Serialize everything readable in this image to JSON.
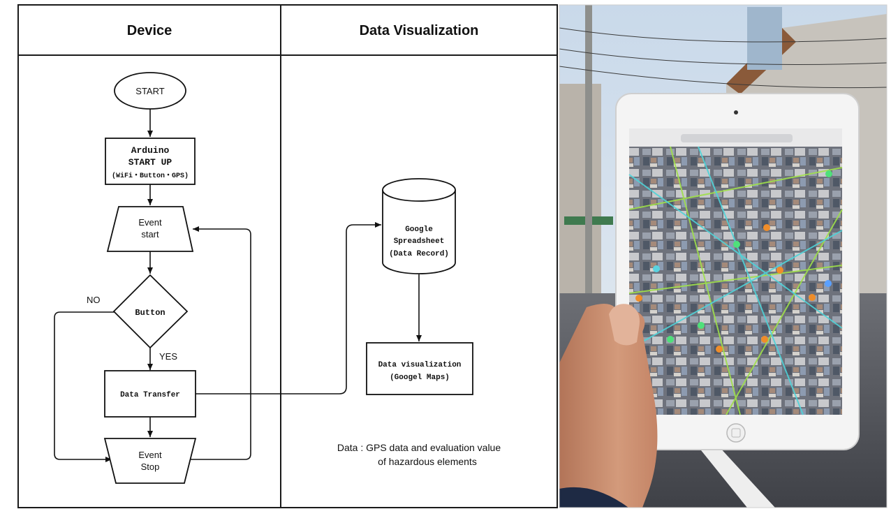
{
  "columns": {
    "device": "Device",
    "visualization": "Data Visualization"
  },
  "device_flow": {
    "start": "START",
    "arduino_line1": "Arduino",
    "arduino_line2": "START UP",
    "arduino_line3": "(WiFi・Button・GPS)",
    "event_start_line1": "Event",
    "event_start_line2": "start",
    "button_decision": "Button",
    "no_label": "NO",
    "yes_label": "YES",
    "data_transfer": "Data Transfer",
    "event_stop_line1": "Event",
    "event_stop_line2": "Stop"
  },
  "visualization_flow": {
    "sheet_line1": "Google",
    "sheet_line2": "Spreadsheet",
    "sheet_line3": "(Data Record)",
    "viz_line1": "Data visualization",
    "viz_line2": "(Googel Maps)",
    "note_line1": "Data :  GPS data and evaluation value",
    "note_line2": "of hazardous elements"
  },
  "photo": {
    "description_icon": "tablet-map-photo"
  }
}
